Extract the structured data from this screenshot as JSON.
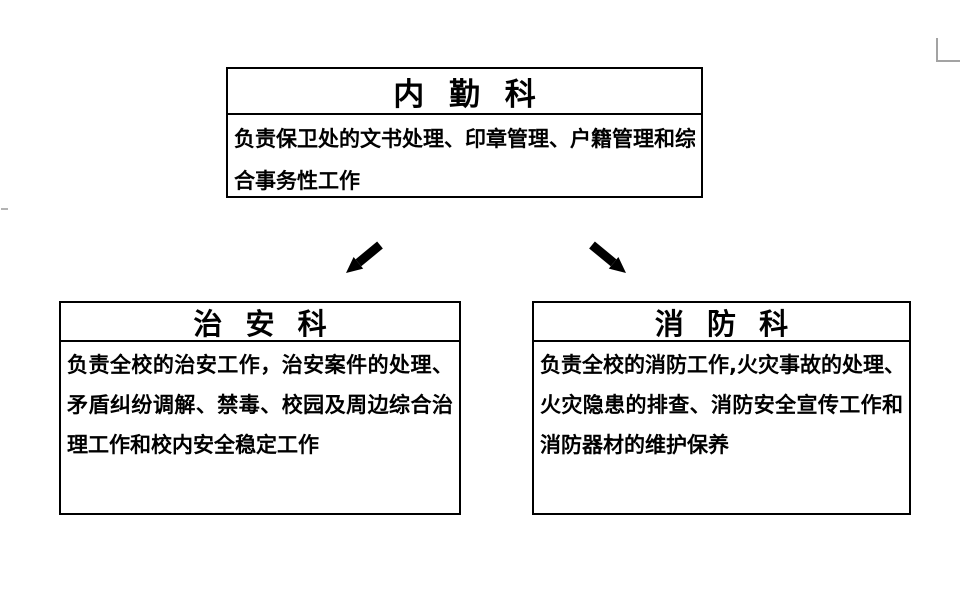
{
  "page": {
    "background": "#ffffff",
    "artifact_color": "#a3a3a3"
  },
  "diagram": {
    "colors": {
      "border": "#000000",
      "text": "#000000",
      "arrow": "#000000"
    },
    "nodes": [
      {
        "id": "internal-affairs-section",
        "title": "内 勤 科",
        "body_lines": [
          "负责保卫处的文书处理、印章管理、户籍管理和综",
          "合事务性工作"
        ]
      },
      {
        "id": "public-security-section",
        "title": "治 安 科",
        "body_lines": [
          "负责全校的治安工作，治安案件的处理、",
          "矛盾纠纷调解、禁毒、校园及周边综合治",
          "理工作和校内安全稳定工作"
        ]
      },
      {
        "id": "fire-prevention-section",
        "title": "消 防 科",
        "body_lines": [
          "负责全校的消防工作,火灾事故的处理、",
          "火灾隐患的排查、消防安全宣传工作和",
          "消防器材的维护保养"
        ]
      }
    ],
    "arrows": [
      {
        "direction": "down-left"
      },
      {
        "direction": "down-right"
      }
    ]
  }
}
